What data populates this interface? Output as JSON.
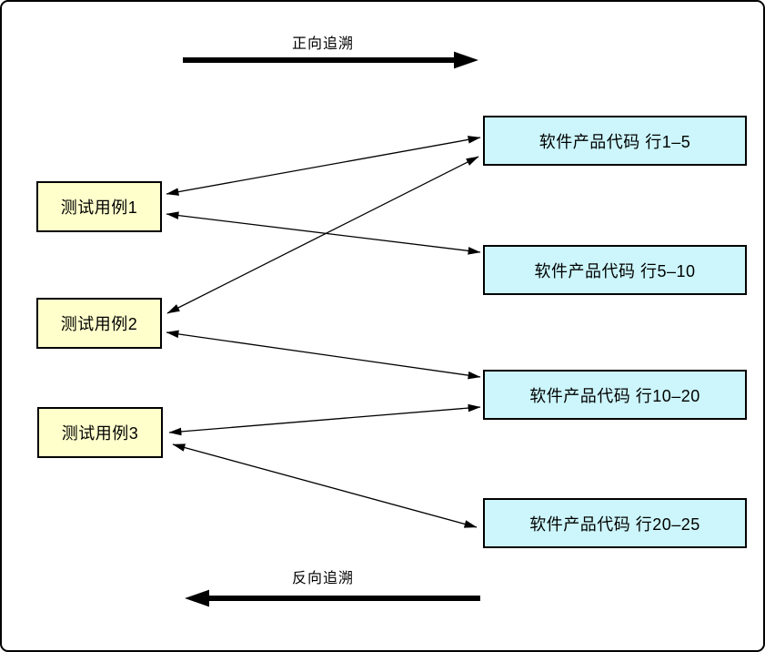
{
  "diagram": {
    "forward_label": "正向追溯",
    "backward_label": "反向追溯"
  },
  "test_cases": [
    {
      "id": "tc1",
      "label": "测试用例1"
    },
    {
      "id": "tc2",
      "label": "测试用例2"
    },
    {
      "id": "tc3",
      "label": "测试用例3"
    }
  ],
  "code_blocks": [
    {
      "id": "code1",
      "label": "软件产品代码 行1–5"
    },
    {
      "id": "code2",
      "label": "软件产品代码 行5–10"
    },
    {
      "id": "code3",
      "label": "软件产品代码 行10–20"
    },
    {
      "id": "code4",
      "label": "软件产品代码 行20–25"
    }
  ],
  "edges": [
    {
      "from": "tc1",
      "to": "code1"
    },
    {
      "from": "tc1",
      "to": "code2"
    },
    {
      "from": "tc2",
      "to": "code1"
    },
    {
      "from": "tc2",
      "to": "code3"
    },
    {
      "from": "tc3",
      "to": "code3"
    },
    {
      "from": "tc3",
      "to": "code4"
    }
  ],
  "colors": {
    "test_case_fill": "#FFFFCC",
    "code_block_fill": "#CCF6FB",
    "stroke": "#000000"
  }
}
